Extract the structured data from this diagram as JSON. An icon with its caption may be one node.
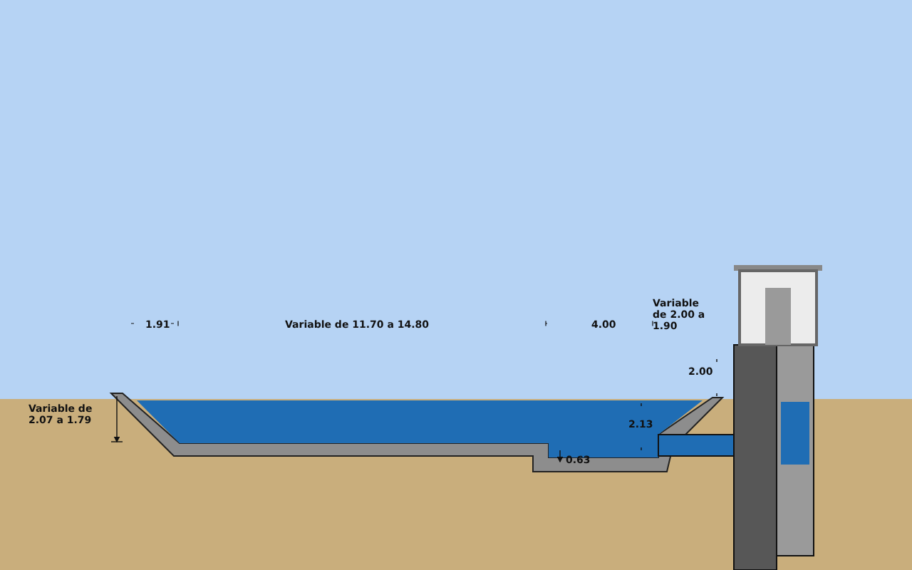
{
  "diagram": {
    "labels": [
      "Variable de 2.00 a 1.90",
      "1.91",
      "Variable de 11.70 a 14.80",
      "4.00",
      "2.00",
      "Variable de 2.07 a 1.79",
      "2.13",
      "0.63"
    ]
  }
}
